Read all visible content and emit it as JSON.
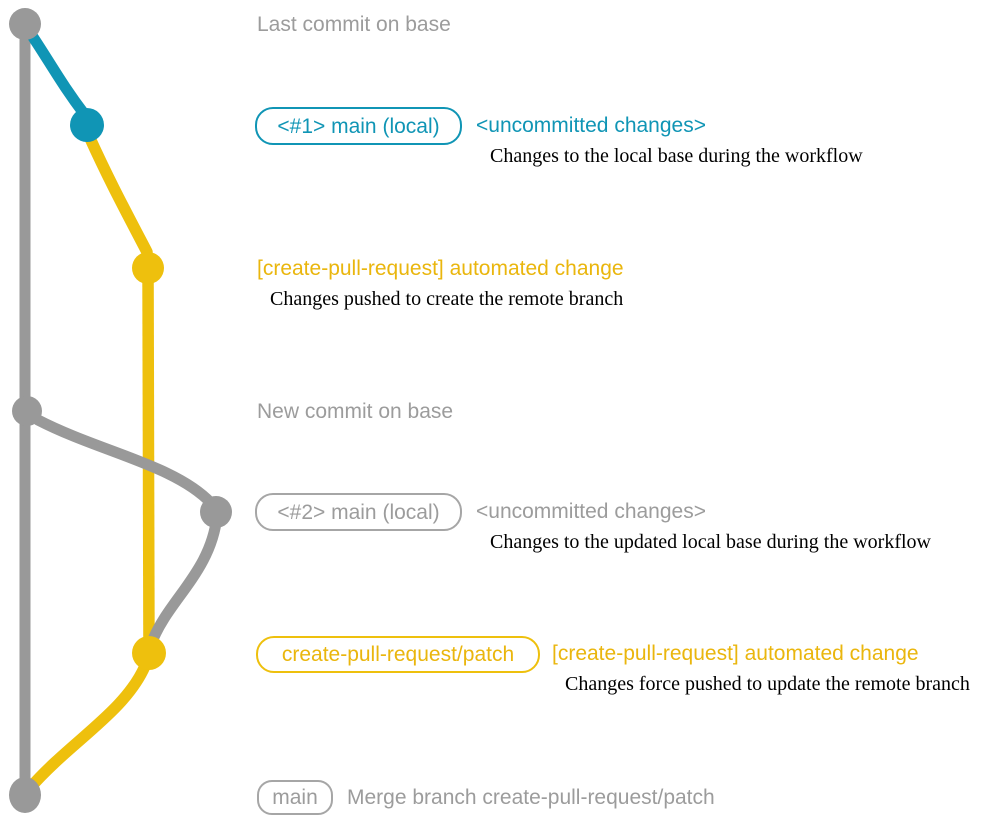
{
  "colors": {
    "base_gray": "#999999",
    "label_gray": "#9C9C9C",
    "teal": "#1095B5",
    "yellow": "#EEC00D",
    "description_text": "#000000"
  },
  "annotations": {
    "last_commit": {
      "label": "Last commit on base"
    },
    "local_main_1": {
      "badge": "<#1> main (local)",
      "title": "<uncommitted changes>",
      "description": "Changes to the local base during the workflow"
    },
    "automated_change_1": {
      "title": "[create-pull-request] automated change",
      "description": "Changes pushed to create the remote branch"
    },
    "new_commit": {
      "label": "New commit on base"
    },
    "local_main_2": {
      "badge": "<#2> main (local)",
      "title": "<uncommitted changes>",
      "description": "Changes to the updated local base during the workflow"
    },
    "automated_change_2": {
      "badge": "create-pull-request/patch",
      "title": "[create-pull-request] automated change",
      "description": "Changes force pushed to update the remote branch"
    },
    "merge_commit": {
      "badge": "main",
      "label": "Merge branch create-pull-request/patch"
    }
  },
  "graph": {
    "branches": [
      {
        "name": "base",
        "color": "#999999"
      },
      {
        "name": "main (local)",
        "color": "#1095B5"
      },
      {
        "name": "create-pull-request/patch",
        "color": "#EEC00D"
      }
    ],
    "commits": [
      {
        "id": "last-commit-on-base",
        "branch": "base"
      },
      {
        "id": "uncommitted-changes-1",
        "branch": "main (local)"
      },
      {
        "id": "automated-change-1",
        "branch": "create-pull-request/patch"
      },
      {
        "id": "new-commit-on-base",
        "branch": "base"
      },
      {
        "id": "uncommitted-changes-2",
        "branch": "main (local)"
      },
      {
        "id": "automated-change-2",
        "branch": "create-pull-request/patch"
      },
      {
        "id": "merge-commit",
        "branch": "base"
      }
    ]
  }
}
